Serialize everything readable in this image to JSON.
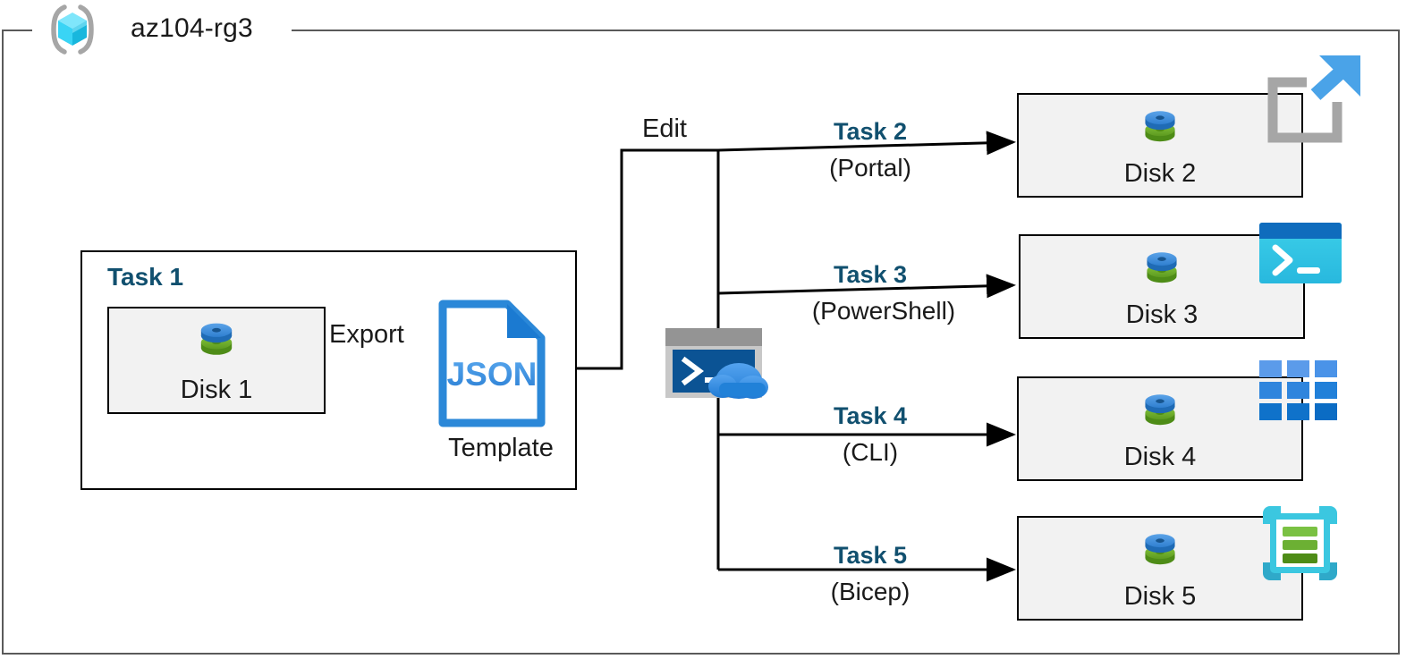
{
  "resource_group": {
    "name": "az104-rg3",
    "icon": "resource-group-cube-icon"
  },
  "task1": {
    "label": "Task 1",
    "disk": {
      "caption": "Disk 1",
      "icon": "managed-disk-icon"
    },
    "export_label": "Export",
    "template": {
      "icon": "json-file-icon",
      "icon_text": "JSON",
      "caption": "Template"
    }
  },
  "edit_label": "Edit",
  "cloud_shell": {
    "icon": "cloud-shell-icon",
    "prompt": ">_"
  },
  "tasks": [
    {
      "label": "Task 2",
      "sublabel": "(Portal)",
      "target": {
        "caption": "Disk 2",
        "icon": "azure-portal-icon"
      }
    },
    {
      "label": "Task 3",
      "sublabel": "(PowerShell)",
      "target": {
        "caption": "Disk 3",
        "icon": "powershell-icon"
      }
    },
    {
      "label": "Task 4",
      "sublabel": "(CLI)",
      "target": {
        "caption": "Disk 4",
        "icon": "azure-cli-icon"
      }
    },
    {
      "label": "Task 5",
      "sublabel": "(Bicep)",
      "target": {
        "caption": "Disk 5",
        "icon": "bicep-template-icon"
      }
    }
  ],
  "colors": {
    "task_label": "#11506f",
    "frame_gray": "#5a5a5a",
    "box_fill": "#f2f2f2",
    "disk_blue": "#3f8fdd",
    "disk_green": "#70ad30",
    "json_blue": "#2b88d8",
    "portal_blue": "#4aa3e8",
    "powershell_blue": "#0f6cbd",
    "powershell_cyan": "#32c8e8",
    "cli_blue": "#1a7fd4",
    "bicep_cyan": "#3bc7e0",
    "bicep_green": "#7ac143",
    "cube_cyan": "#49d5f2"
  }
}
